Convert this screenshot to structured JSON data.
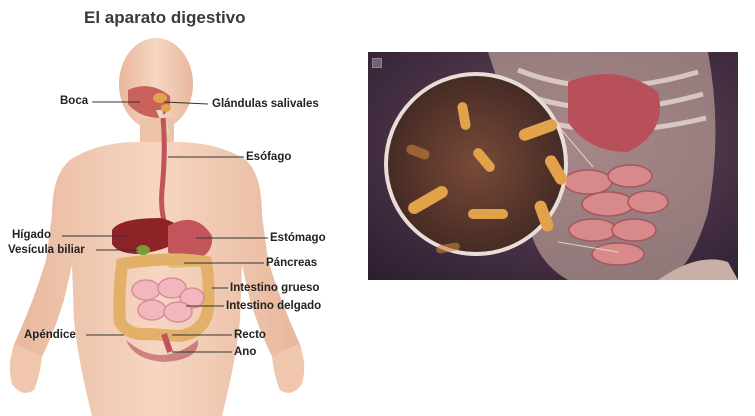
{
  "title": "El aparato digestivo",
  "labels": {
    "boca": "Boca",
    "glandulas": "Glándulas salivales",
    "esofago": "Esófago",
    "higado": "Hígado",
    "vesicula": "Vesícula biliar",
    "estomago": "Estómago",
    "pancreas": "Páncreas",
    "intestino_grueso": "Intestino grueso",
    "intestino_delgado": "Intestino delgado",
    "apendice": "Apéndice",
    "recto": "Recto",
    "ano": "Ano"
  },
  "colors": {
    "skin": "#f3cdb4",
    "skin_shade": "#e7b497",
    "organ_red": "#b8323a",
    "liver": "#8e2327",
    "colon": "#e3b06a",
    "small_intestine": "#f1b7bf",
    "micro_bg": "#3c2a3e",
    "bacteria": "#e2a24a"
  },
  "bacteria_count": 9
}
